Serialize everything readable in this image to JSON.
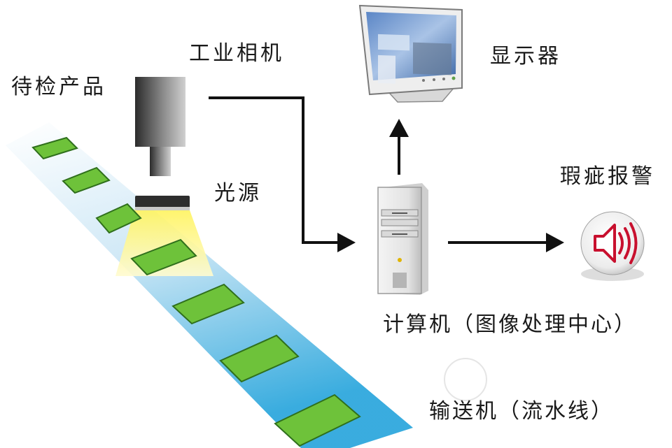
{
  "diagram": {
    "labels": {
      "products": "待检产品",
      "camera": "工业相机",
      "light": "光源",
      "display": "显示器",
      "alarm": "瑕疵报警",
      "computer": "计算机（图像处理中心）",
      "conveyor": "输送机（流水线）"
    },
    "icons": {
      "camera": "industrial-camera-icon",
      "light": "light-source-icon",
      "monitor": "monitor-icon",
      "computer": "pc-tower-icon",
      "alarm": "speaker-alarm-icon"
    },
    "colors": {
      "conveyor_top": "#ffffff",
      "conveyor_bottom": "#2fa8dd",
      "product_fill": "#6ec23a",
      "light_beam": "#fff170",
      "arrow": "#111111",
      "alarm_red": "#c8102e"
    }
  }
}
